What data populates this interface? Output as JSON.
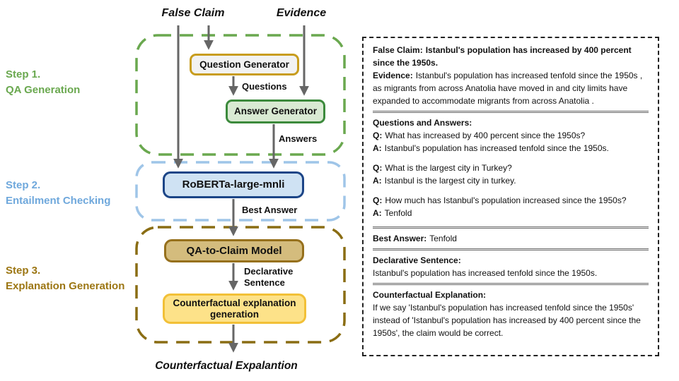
{
  "colors": {
    "arrow_gray": "#666666",
    "step1_green": "#6aa84f",
    "step2_blue_dash": "#9fc5e8",
    "step2_blue_text": "#6fa8dc",
    "step3_gold_dash": "#8a6d13",
    "step3_gold_text": "#9c7613",
    "question_generator_border": "#c89d1e",
    "question_generator_fill": "#f2f2f2",
    "answer_generator_border": "#3c8a3c",
    "answer_generator_fill": "#d9ead3",
    "roberta_border": "#1c4587",
    "roberta_fill": "#cfe2f3",
    "qa_to_claim_border": "#96701c",
    "qa_to_claim_fill": "#d4bc7d",
    "counterfactual_border": "#f2c037",
    "counterfactual_fill": "#fde289",
    "panel_border": "#222222"
  },
  "diagram": {
    "inputs": {
      "false_claim": "False Claim",
      "evidence": "Evidence"
    },
    "steps": [
      {
        "num": "Step 1.",
        "name": "QA Generation"
      },
      {
        "num": "Step 2.",
        "name": "Entailment Checking"
      },
      {
        "num": "Step 3.",
        "name": "Explanation Generation"
      }
    ],
    "boxes": {
      "question_generator": "Question Generator",
      "answer_generator": "Answer Generator",
      "roberta": "RoBERTa-large-mnli",
      "qa_to_claim": "QA-to-Claim Model",
      "counterfactual_gen": "Counterfactual explanation generation"
    },
    "arrow_labels": {
      "questions": "Questions",
      "answers": "Answers",
      "best_answer": "Best Answer",
      "declarative_sentence": "Declarative Sentence"
    },
    "output_label": "Counterfactual Expalantion"
  },
  "panel": {
    "false_claim_label": "False Claim:",
    "false_claim_text": "Istanbul's population has increased by 400 percent since the 1950s.",
    "evidence_label": "Evidence:",
    "evidence_text": "Istanbul's population has increased tenfold since the 1950s , as migrants from across Anatolia have moved in and city limits have expanded to accommodate migrants from across Anatolia .",
    "qa_header": "Questions and Answers:",
    "q_label": "Q:",
    "a_label": "A:",
    "qa_items": [
      {
        "q": "What has increased by 400 percent since the 1950s?",
        "a": "Istanbul's population has increased tenfold since the 1950s."
      },
      {
        "q": "What is the largest city in Turkey?",
        "a": "Istanbul is the largest city in turkey."
      },
      {
        "q": "How much has Istanbul's population increased since the 1950s?",
        "a": "Tenfold"
      }
    ],
    "best_answer_label": "Best Answer:",
    "best_answer_text": "Tenfold",
    "declarative_label": "Declarative Sentence:",
    "declarative_text": "Istanbul's population has increased tenfold since the 1950s.",
    "counterfactual_label": "Counterfactual Explanation:",
    "counterfactual_text": "If we say 'Istanbul's population has increased tenfold since the 1950s' instead of 'Istanbul's population has increased by 400 percent since the 1950s', the claim would be correct."
  }
}
